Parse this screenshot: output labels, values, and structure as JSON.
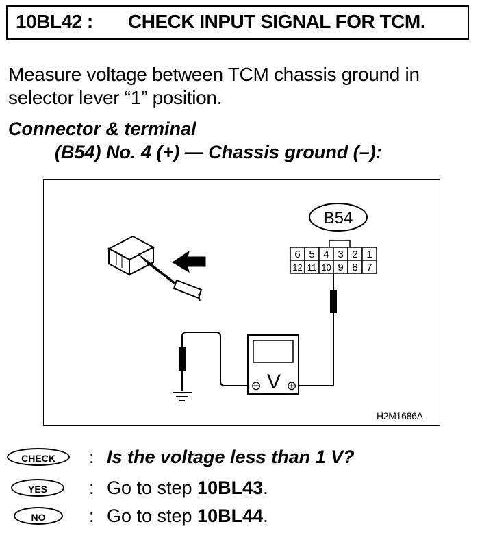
{
  "header": {
    "code": "10BL42 :",
    "title": "CHECK INPUT SIGNAL FOR TCM."
  },
  "instruction": "Measure voltage between TCM chassis ground in selector lever “1” position.",
  "connector": {
    "heading": "Connector & terminal",
    "detail": "(B54) No. 4 (+) — Chassis ground (–):"
  },
  "figure": {
    "connector_label": "B54",
    "pins_top": [
      "6",
      "5",
      "4",
      "3",
      "2",
      "1"
    ],
    "pins_bottom": [
      "12",
      "11",
      "10",
      "9",
      "8",
      "7"
    ],
    "meter_symbol": "V",
    "neg_symbol": "⊖",
    "pos_symbol": "⊕",
    "figure_id": "H2M1686A"
  },
  "answers": {
    "check": {
      "badge": "CHECK",
      "colon": ":",
      "text": "Is the voltage less than 1 V?"
    },
    "yes": {
      "badge": "YES",
      "colon": ":",
      "prefix": "Go to step ",
      "step": "10BL43",
      "suffix": "."
    },
    "no": {
      "badge": "NO",
      "colon": ":",
      "prefix": "Go to step ",
      "step": "10BL44",
      "suffix": "."
    }
  }
}
